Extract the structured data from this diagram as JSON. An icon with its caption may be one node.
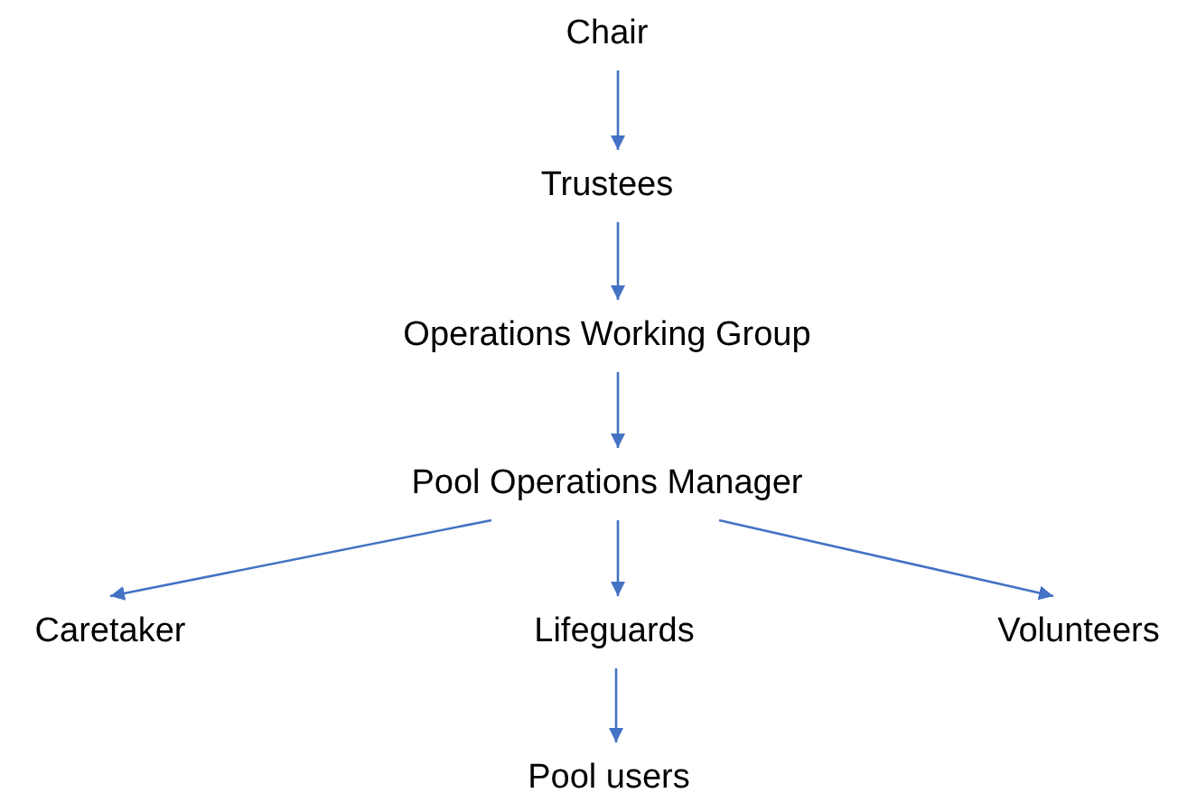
{
  "diagram": {
    "nodes": [
      {
        "text": [
          "Chair"
        ]
      },
      {
        "text": [
          "Trustees"
        ]
      },
      {
        "text": [
          "Operations Working Group"
        ]
      },
      {
        "text": [
          "Pool Operations Manager"
        ]
      },
      {
        "text": [
          "Caretaker"
        ]
      },
      {
        "text": [
          "Lifeguards"
        ]
      },
      {
        "text": [
          "Volunteers"
        ]
      },
      {
        "text": [
          "Pool users"
        ]
      }
    ],
    "edges": [
      {
        "from": 0,
        "to": 1,
        "arrow": "to"
      },
      {
        "from": 1,
        "to": 2,
        "arrow": "to"
      },
      {
        "from": 2,
        "to": 3,
        "arrow": "to"
      },
      {
        "from": 3,
        "to": 4,
        "arrow": "to"
      },
      {
        "from": 3,
        "to": 5,
        "arrow": "to"
      },
      {
        "from": 3,
        "to": 6,
        "arrow": "to"
      },
      {
        "from": 5,
        "to": 7,
        "arrow": "to"
      }
    ]
  }
}
